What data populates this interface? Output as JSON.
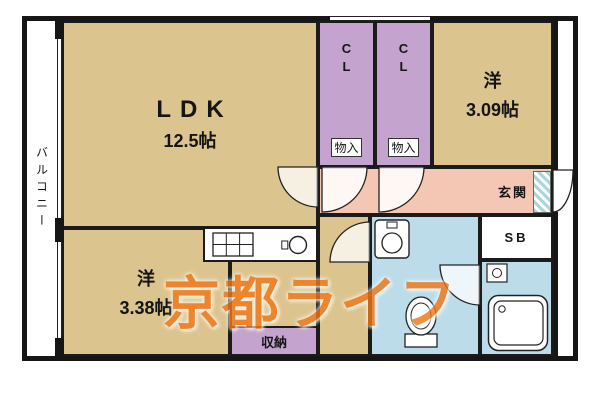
{
  "plan": {
    "rooms": {
      "balcony": {
        "label": "バルコニー"
      },
      "ldk": {
        "label": "LDK",
        "size": "12.5帖"
      },
      "closet1": {
        "label": "CL",
        "sub": "物入"
      },
      "closet2": {
        "label": "CL",
        "sub": "物入"
      },
      "western1": {
        "label": "洋",
        "size": "3.09帖"
      },
      "entry": {
        "label": "玄関"
      },
      "shoebox": {
        "label": "SB"
      },
      "western2": {
        "label": "洋",
        "size": "3.38帖"
      },
      "storage": {
        "label": "収納"
      }
    },
    "watermark": "京都ライフ",
    "colors": {
      "room_tan": "#dcc48e",
      "closet_purple": "#c4a3cf",
      "wet_blue": "#bcdce9",
      "entry_pink": "#f3c7b3",
      "wall_black": "#1b1b1b",
      "watermark_orange": "#f07818"
    },
    "icons": [
      "stove-icon",
      "sink-icon",
      "washbasin-icon",
      "toilet-icon",
      "bathtub-icon",
      "bath-fixture-icon",
      "door-swing-arc"
    ]
  }
}
